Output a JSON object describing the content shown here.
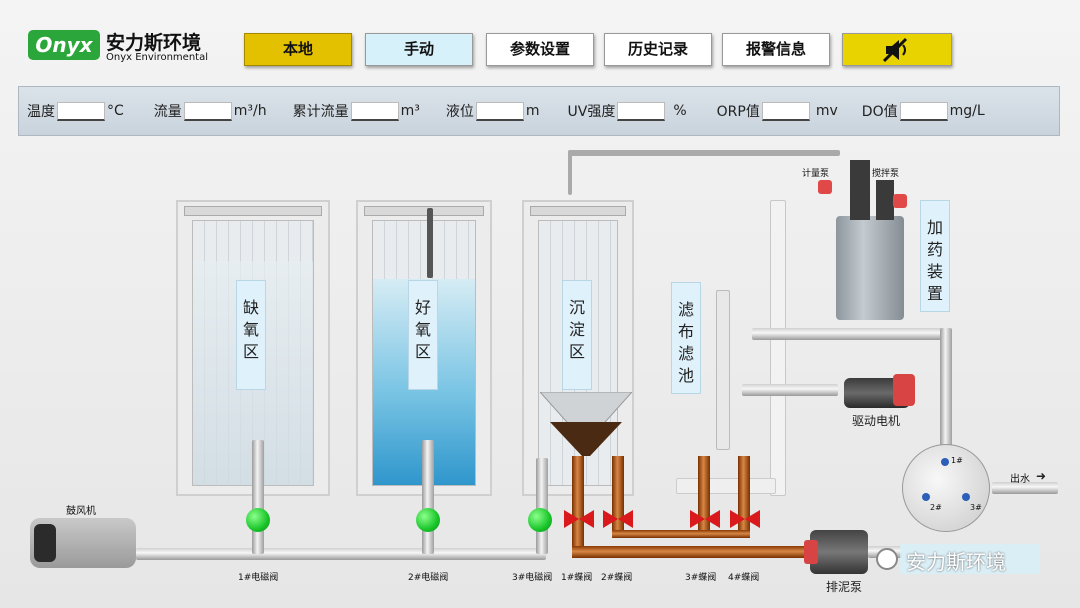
{
  "brand": {
    "logo_text": "Onyx",
    "name_cn": "安力斯环境",
    "name_en": "Onyx Environmental"
  },
  "nav": {
    "local": "本地",
    "manual": "手动",
    "params": "参数设置",
    "history": "历史记录",
    "alarm": "报警信息",
    "mute_icon": "speaker-muted-icon"
  },
  "status": [
    {
      "label": "温度",
      "value": "",
      "unit": "°C"
    },
    {
      "label": "流量",
      "value": "",
      "unit": "m³/h"
    },
    {
      "label": "累计流量",
      "value": "",
      "unit": "m³"
    },
    {
      "label": "液位",
      "value": "",
      "unit": "m"
    },
    {
      "label": "UV强度",
      "value": "",
      "unit": "%"
    },
    {
      "label": "ORP值",
      "value": "",
      "unit": "mv"
    },
    {
      "label": "DO值",
      "value": "",
      "unit": "mg/L"
    }
  ],
  "tanks": {
    "anoxic": "缺\n氧\n区",
    "aerobic": "好\n氧\n区",
    "settling": "沉\n淀\n区",
    "cloth_filter": "滤\n布\n滤\n池",
    "dosing": "加\n药\n装\n置"
  },
  "equipment": {
    "blower": "鼓风机",
    "metering_pump": "计量泵",
    "mixer_pump": "搅拌泵",
    "drive_motor": "驱动电机",
    "sludge_pump": "排泥泵",
    "outlet": "出水",
    "disc_labels": [
      "1#",
      "2#",
      "3#"
    ]
  },
  "valves": {
    "solenoid": [
      "1#电磁阀",
      "2#电磁阀",
      "3#电磁阀"
    ],
    "butterfly": [
      "1#蝶阀",
      "2#蝶阀",
      "3#蝶阀",
      "4#蝶阀"
    ]
  },
  "watermark": "安力斯环境",
  "colors": {
    "valve_open": "#19c52a",
    "valve_closed": "#d9191c",
    "accent_gold": "#e3c000"
  }
}
